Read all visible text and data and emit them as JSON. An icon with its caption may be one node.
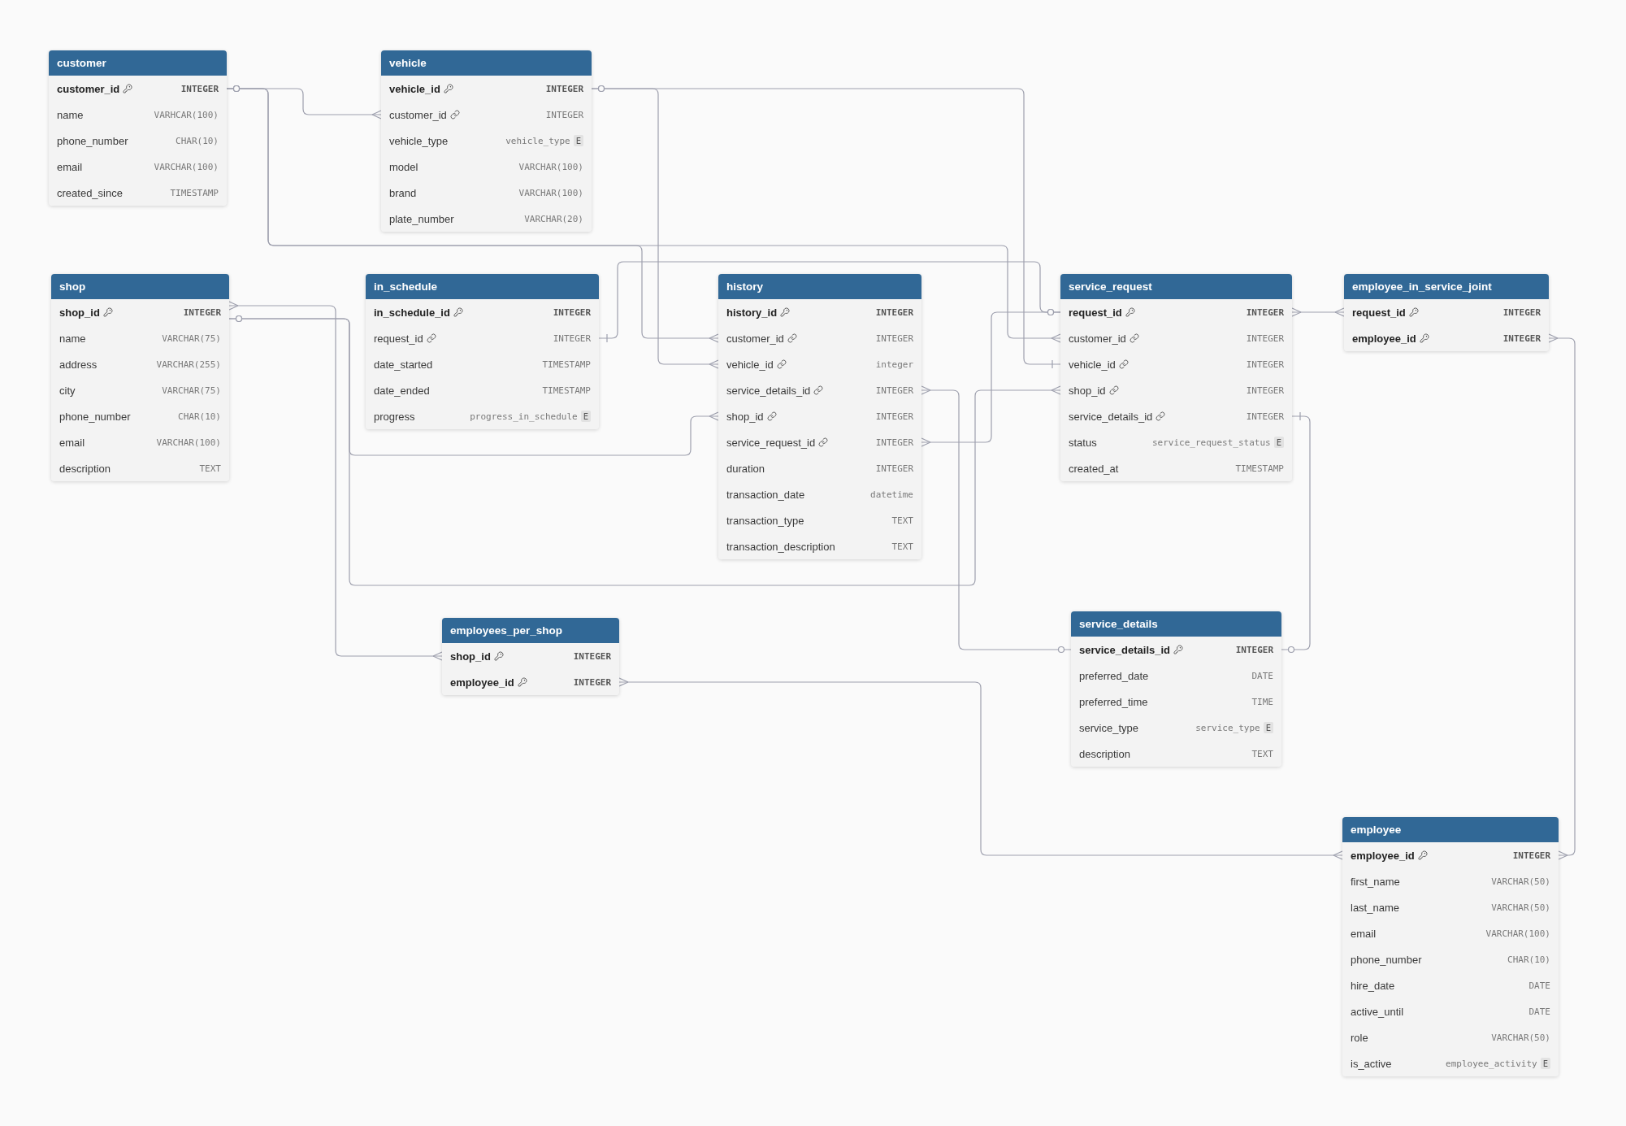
{
  "diagram": {
    "nodes": [
      {
        "text": [
          "customer"
        ]
      },
      {
        "text": [
          "customer_id",
          "INTEGER"
        ],
        "in": 0
      },
      {
        "text": [
          "name",
          "VARHCAR(100)"
        ],
        "in": 0
      },
      {
        "text": [
          "phone_number",
          "CHAR(10)"
        ],
        "in": 0
      },
      {
        "text": [
          "email",
          "VARCHAR(100)"
        ],
        "in": 0
      },
      {
        "text": [
          "created_since",
          "TIMESTAMP"
        ],
        "in": 0
      },
      {
        "text": [
          "vehicle"
        ]
      },
      {
        "text": [
          "vehicle_id",
          "INTEGER"
        ],
        "in": 6
      },
      {
        "text": [
          "customer_id",
          "INTEGER"
        ],
        "in": 6
      },
      {
        "text": [
          "vehicle_type",
          "vehicle_type",
          "E"
        ],
        "in": 6
      },
      {
        "text": [
          "model",
          "VARCHAR(100)"
        ],
        "in": 6
      },
      {
        "text": [
          "brand",
          "VARCHAR(100)"
        ],
        "in": 6
      },
      {
        "text": [
          "plate_number",
          "VARCHAR(20)"
        ],
        "in": 6
      },
      {
        "text": [
          "shop"
        ]
      },
      {
        "text": [
          "shop_id",
          "INTEGER"
        ],
        "in": 13
      },
      {
        "text": [
          "name",
          "VARCHAR(75)"
        ],
        "in": 13
      },
      {
        "text": [
          "address",
          "VARCHAR(255)"
        ],
        "in": 13
      },
      {
        "text": [
          "city",
          "VARCHAR(75)"
        ],
        "in": 13
      },
      {
        "text": [
          "phone_number",
          "CHAR(10)"
        ],
        "in": 13
      },
      {
        "text": [
          "email",
          "VARCHAR(100)"
        ],
        "in": 13
      },
      {
        "text": [
          "description",
          "TEXT"
        ],
        "in": 13
      },
      {
        "text": [
          "in_schedule"
        ]
      },
      {
        "text": [
          "in_schedule_id",
          "INTEGER"
        ],
        "in": 21
      },
      {
        "text": [
          "request_id",
          "INTEGER"
        ],
        "in": 21
      },
      {
        "text": [
          "date_started",
          "TIMESTAMP"
        ],
        "in": 21
      },
      {
        "text": [
          "date_ended",
          "TIMESTAMP"
        ],
        "in": 21
      },
      {
        "text": [
          "progress",
          "progress_in_schedule",
          "E"
        ],
        "in": 21
      },
      {
        "text": [
          "history"
        ]
      },
      {
        "text": [
          "history_id",
          "INTEGER"
        ],
        "in": 27
      },
      {
        "text": [
          "customer_id",
          "INTEGER"
        ],
        "in": 27
      },
      {
        "text": [
          "vehicle_id",
          "integer"
        ],
        "in": 27
      },
      {
        "text": [
          "service_details_id",
          "INTEGER"
        ],
        "in": 27
      },
      {
        "text": [
          "shop_id",
          "INTEGER"
        ],
        "in": 27
      },
      {
        "text": [
          "service_request_id",
          "INTEGER"
        ],
        "in": 27
      },
      {
        "text": [
          "duration",
          "INTEGER"
        ],
        "in": 27
      },
      {
        "text": [
          "transaction_date",
          "datetime"
        ],
        "in": 27
      },
      {
        "text": [
          "transaction_type",
          "TEXT"
        ],
        "in": 27
      },
      {
        "text": [
          "transaction_description",
          "TEXT"
        ],
        "in": 27
      },
      {
        "text": [
          "service_request"
        ]
      },
      {
        "text": [
          "request_id",
          "INTEGER"
        ],
        "in": 38
      },
      {
        "text": [
          "customer_id",
          "INTEGER"
        ],
        "in": 38
      },
      {
        "text": [
          "vehicle_id",
          "INTEGER"
        ],
        "in": 38
      },
      {
        "text": [
          "shop_id",
          "INTEGER"
        ],
        "in": 38
      },
      {
        "text": [
          "service_details_id",
          "INTEGER"
        ],
        "in": 38
      },
      {
        "text": [
          "status",
          "service_request_status",
          "E"
        ],
        "in": 38
      },
      {
        "text": [
          "created_at",
          "TIMESTAMP"
        ],
        "in": 38
      },
      {
        "text": [
          "employee_in_service_joint"
        ]
      },
      {
        "text": [
          "request_id",
          "INTEGER"
        ],
        "in": 46
      },
      {
        "text": [
          "employee_id",
          "INTEGER"
        ],
        "in": 46
      },
      {
        "text": [
          "employees_per_shop"
        ]
      },
      {
        "text": [
          "shop_id",
          "INTEGER"
        ],
        "in": 49
      },
      {
        "text": [
          "employee_id",
          "INTEGER"
        ],
        "in": 49
      },
      {
        "text": [
          "service_details"
        ]
      },
      {
        "text": [
          "service_details_id",
          "INTEGER"
        ],
        "in": 52
      },
      {
        "text": [
          "preferred_date",
          "DATE"
        ],
        "in": 52
      },
      {
        "text": [
          "preferred_time",
          "TIME"
        ],
        "in": 52
      },
      {
        "text": [
          "service_type",
          "service_type",
          "E"
        ],
        "in": 52
      },
      {
        "text": [
          "description",
          "TEXT"
        ],
        "in": 52
      },
      {
        "text": [
          "employee"
        ]
      },
      {
        "text": [
          "employee_id",
          "INTEGER"
        ],
        "in": 58
      },
      {
        "text": [
          "first_name",
          "VARCHAR(50)"
        ],
        "in": 58
      },
      {
        "text": [
          "last_name",
          "VARCHAR(50)"
        ],
        "in": 58
      },
      {
        "text": [
          "email",
          "VARCHAR(100)"
        ],
        "in": 58
      },
      {
        "text": [
          "phone_number",
          "CHAR(10)"
        ],
        "in": 58
      },
      {
        "text": [
          "hire_date",
          "DATE"
        ],
        "in": 58
      },
      {
        "text": [
          "active_until",
          "DATE"
        ],
        "in": 58
      },
      {
        "text": [
          "role",
          "VARCHAR(50)"
        ],
        "in": 58
      },
      {
        "text": [
          "is_active",
          "employee_activity",
          "E"
        ],
        "in": 58
      }
    ],
    "edges": [
      {
        "from": 1,
        "to": 8,
        "arrow": "other"
      },
      {
        "from": 1,
        "to": 29,
        "arrow": "other"
      },
      {
        "from": 1,
        "to": 40,
        "arrow": "other"
      },
      {
        "from": 7,
        "to": 30,
        "arrow": "other"
      },
      {
        "from": 7,
        "to": 41,
        "arrow": "other"
      },
      {
        "from": 14,
        "to": 32,
        "arrow": "other"
      },
      {
        "from": 14,
        "to": 42,
        "arrow": "other"
      },
      {
        "from": 14,
        "to": 50,
        "arrow": "other"
      },
      {
        "from": 39,
        "to": 23,
        "arrow": "other"
      },
      {
        "from": 39,
        "to": 33,
        "arrow": "other"
      },
      {
        "from": 39,
        "to": 47,
        "arrow": "other"
      },
      {
        "from": 53,
        "to": 31,
        "arrow": "other"
      },
      {
        "from": 53,
        "to": 43,
        "arrow": "other"
      },
      {
        "from": 59,
        "to": 51,
        "arrow": "other"
      },
      {
        "from": 59,
        "to": 48,
        "arrow": "other"
      }
    ]
  }
}
